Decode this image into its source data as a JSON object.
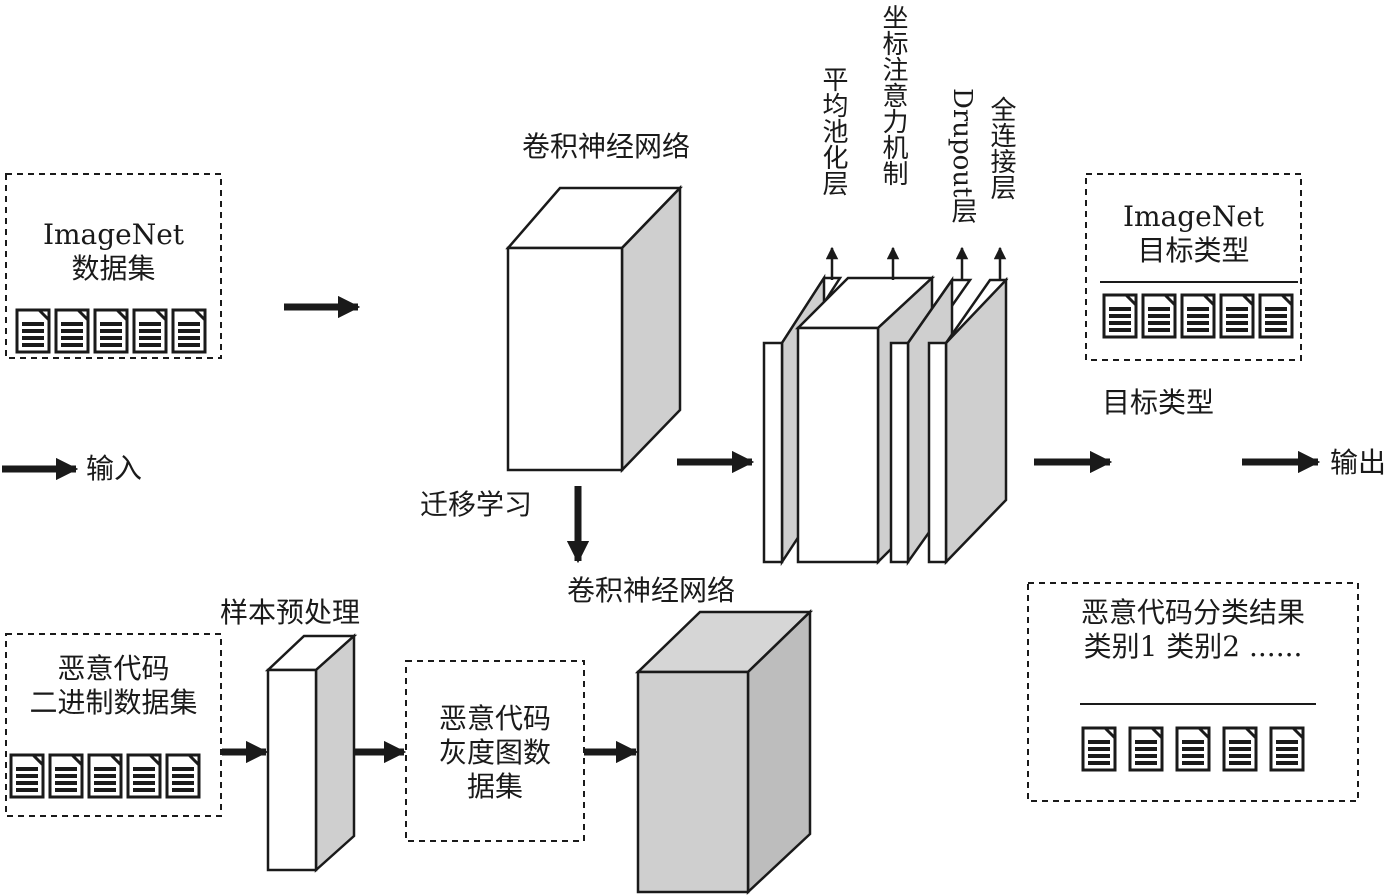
{
  "imagenet_box": {
    "line1": "ImageNet",
    "line2": "数据集"
  },
  "cnn_top_label": "卷积神经网络",
  "layer_labels": {
    "avg_pool": "平均池化层",
    "coord_attention": "坐标注意力机制",
    "dropout": "Drupout层",
    "fully_connected": "全连接层"
  },
  "imagenet_target_box": {
    "line1": "ImageNet",
    "line2": "目标类型"
  },
  "target_type_label": "目标类型",
  "legend": {
    "input": "输入",
    "output": "输出"
  },
  "transfer_label": "迁移学习",
  "cnn_bottom_label": "卷积神经网络",
  "preprocess_label": "样本预处理",
  "malware_binary_box": {
    "line1": "恶意代码",
    "line2": "二进制数据集"
  },
  "malware_gray_box": {
    "line1": "恶意代码",
    "line2": "灰度图数",
    "line3": "据集"
  },
  "result_box": {
    "line1": "恶意代码分类结果",
    "line2": "类别1 类别2 ......"
  },
  "colors": {
    "stroke": "#1a1a1a",
    "shade": "#cfcfcf",
    "shade_dark": "#bdbdbd",
    "face": "#ffffff"
  },
  "icons": [
    "document-icon"
  ]
}
